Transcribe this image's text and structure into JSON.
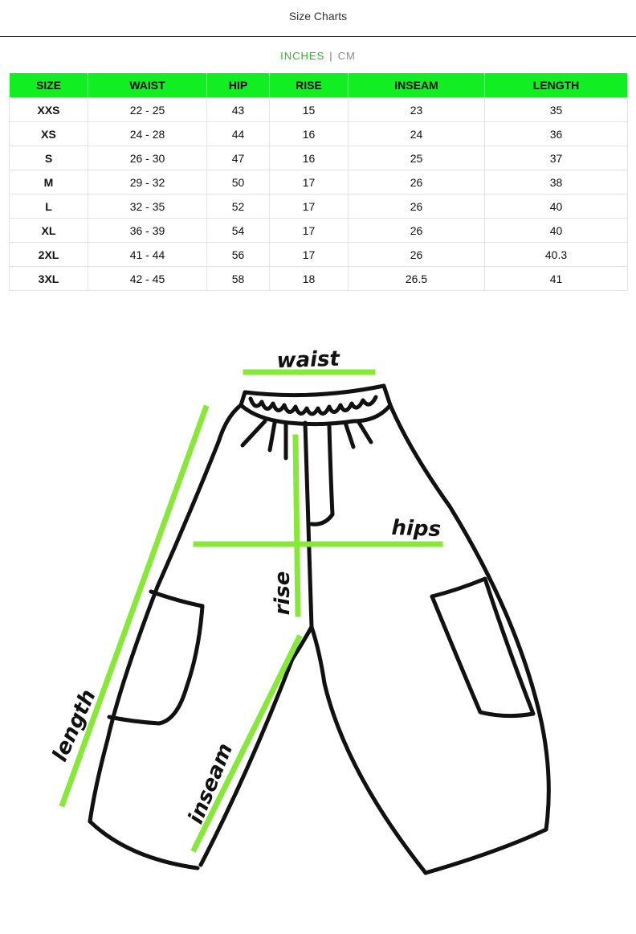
{
  "page": {
    "title": "Size Charts"
  },
  "units": {
    "inches": "INCHES",
    "separator": "|",
    "cm": "CM",
    "active": "INCHES"
  },
  "colors": {
    "accent_green": "#11ee22",
    "measure_line": "#88e83a",
    "active_unit": "#22c21a"
  },
  "table": {
    "headers": [
      "SIZE",
      "WAIST",
      "HIP",
      "RISE",
      "INSEAM",
      "LENGTH"
    ],
    "rows": [
      [
        "XXS",
        "22 - 25",
        "43",
        "15",
        "23",
        "35"
      ],
      [
        "XS",
        "24 - 28",
        "44",
        "16",
        "24",
        "36"
      ],
      [
        "S",
        "26 - 30",
        "47",
        "16",
        "25",
        "37"
      ],
      [
        "M",
        "29 - 32",
        "50",
        "17",
        "26",
        "38"
      ],
      [
        "L",
        "32 - 35",
        "52",
        "17",
        "26",
        "40"
      ],
      [
        "XL",
        "36 - 39",
        "54",
        "17",
        "26",
        "40"
      ],
      [
        "2XL",
        "41 - 44",
        "56",
        "17",
        "26",
        "40.3"
      ],
      [
        "3XL",
        "42 - 45",
        "58",
        "18",
        "26.5",
        "41"
      ]
    ]
  },
  "diagram": {
    "labels": {
      "waist": "waist",
      "hips": "hips",
      "rise": "rise",
      "length": "length",
      "inseam": "inseam"
    }
  }
}
